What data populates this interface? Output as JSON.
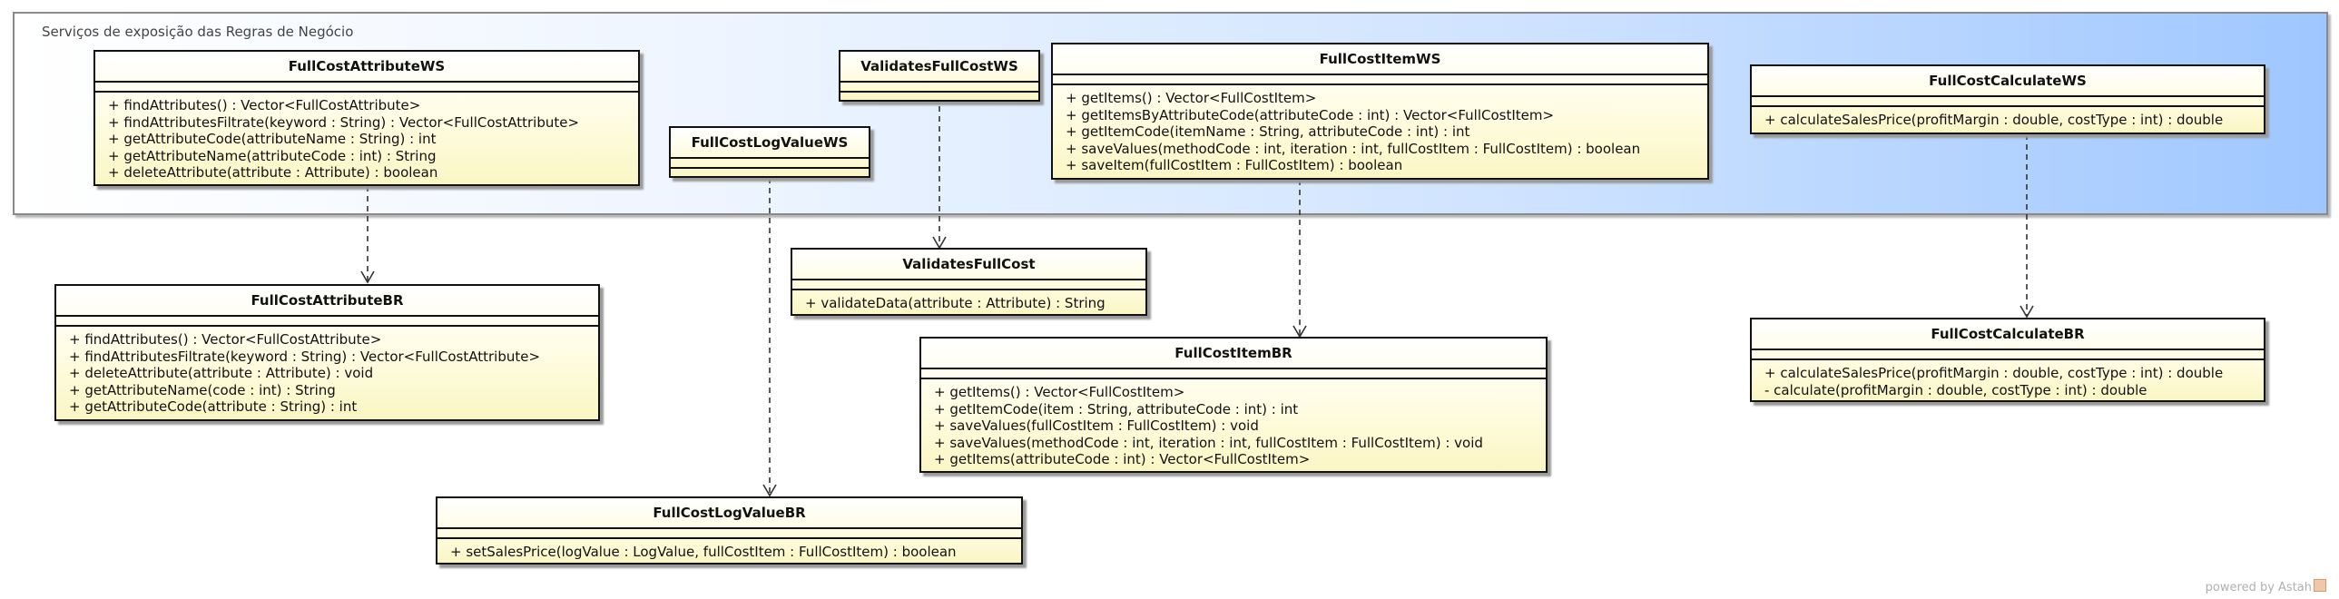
{
  "package": {
    "label": "Serviços de exposição das Regras de Negócio"
  },
  "classes": {
    "fullCostAttributeWS": {
      "name": "FullCostAttributeWS",
      "operations": [
        "+ findAttributes() : Vector<FullCostAttribute>",
        "+ findAttributesFiltrate(keyword : String) : Vector<FullCostAttribute>",
        "+ getAttributeCode(attributeName : String) : int",
        "+ getAttributeName(attributeCode : int) : String",
        "+ deleteAttribute(attribute : Attribute) : boolean"
      ]
    },
    "fullCostLogValueWS": {
      "name": "FullCostLogValueWS",
      "operations": []
    },
    "validatesFullCostWS": {
      "name": "ValidatesFullCostWS",
      "operations": []
    },
    "fullCostItemWS": {
      "name": "FullCostItemWS",
      "operations": [
        "+ getItems() : Vector<FullCostItem>",
        "+ getItemsByAttributeCode(attributeCode : int) : Vector<FullCostItem>",
        "+ getItemCode(itemName : String, attributeCode : int) : int",
        "+ saveValues(methodCode : int, iteration : int, fullCostItem : FullCostItem) : boolean",
        "+ saveItem(fullCostItem : FullCostItem) : boolean"
      ]
    },
    "fullCostCalculateWS": {
      "name": "FullCostCalculateWS",
      "operations": [
        "+ calculateSalesPrice(profitMargin : double, costType : int) : double"
      ]
    },
    "fullCostAttributeBR": {
      "name": "FullCostAttributeBR",
      "operations": [
        "+ findAttributes() : Vector<FullCostAttribute>",
        "+ findAttributesFiltrate(keyword : String) : Vector<FullCostAttribute>",
        "+ deleteAttribute(attribute : Attribute) : void",
        "+ getAttributeName(code : int) : String",
        "+ getAttributeCode(attribute : String) : int"
      ]
    },
    "validatesFullCost": {
      "name": "ValidatesFullCost",
      "operations": [
        "+ validateData(attribute : Attribute) : String"
      ]
    },
    "fullCostItemBR": {
      "name": "FullCostItemBR",
      "operations": [
        "+ getItems() : Vector<FullCostItem>",
        "+ getItemCode(item : String, attributeCode : int) : int",
        "+ saveValues(fullCostItem : FullCostItem) : void",
        "+ saveValues(methodCode : int, iteration : int, fullCostItem : FullCostItem) : void",
        "+ getItems(attributeCode : int) : Vector<FullCostItem>"
      ]
    },
    "fullCostCalculateBR": {
      "name": "FullCostCalculateBR",
      "operations": [
        "+ calculateSalesPrice(profitMargin : double, costType : int) : double",
        "- calculate(profitMargin : double, costType : int) : double"
      ]
    },
    "fullCostLogValueBR": {
      "name": "FullCostLogValueBR",
      "operations": [
        "+ setSalesPrice(logValue : LogValue, fullCostItem : FullCostItem) : boolean"
      ]
    }
  },
  "watermark": {
    "text": "powered by Astah"
  }
}
